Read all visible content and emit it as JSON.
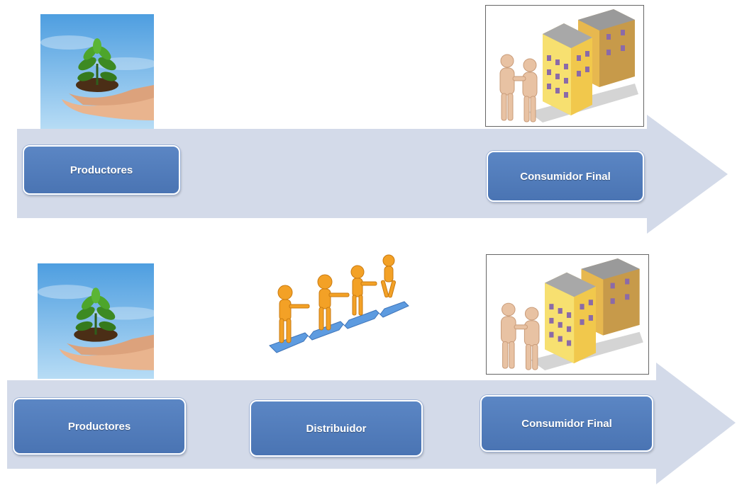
{
  "diagram": {
    "arrow_color": "#d3dae9",
    "box_color": "#4e78b7",
    "rows": [
      {
        "nodes": [
          {
            "label": "Productores",
            "icon": "plant-in-hands-icon"
          },
          {
            "label": "Consumidor Final",
            "icon": "consumers-buildings-icon"
          }
        ]
      },
      {
        "nodes": [
          {
            "label": "Productores",
            "icon": "plant-in-hands-icon"
          },
          {
            "label": "Distribuidor",
            "icon": "chain-of-people-icon"
          },
          {
            "label": "Consumidor Final",
            "icon": "consumers-buildings-icon"
          }
        ]
      }
    ]
  }
}
